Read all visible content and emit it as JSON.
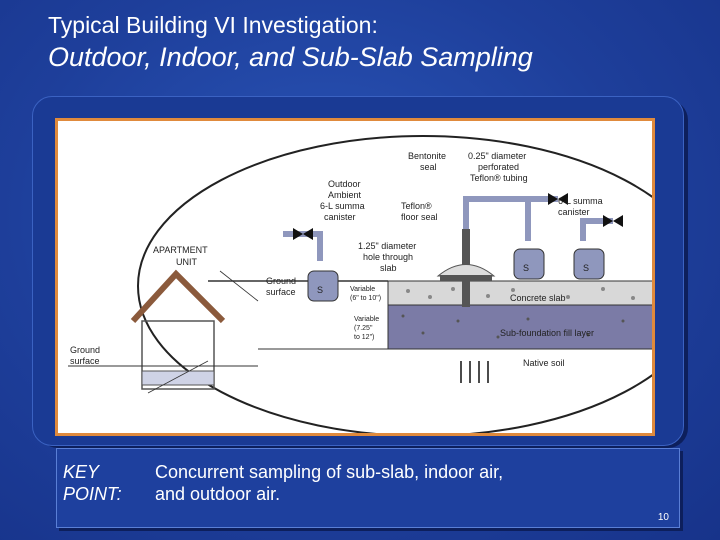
{
  "slide": {
    "title_line1": "Typical Building VI Investigation:",
    "title_line2": "Outdoor, Indoor, and Sub-Slab Sampling",
    "page_number": "10"
  },
  "diagram": {
    "labels": {
      "apartment_unit_1": "APARTMENT",
      "apartment_unit_2": "UNIT",
      "ground_surface_left_1": "Ground",
      "ground_surface_left_2": "surface",
      "ground_surface_mid_1": "Ground",
      "ground_surface_mid_2": "surface",
      "outdoor_ambient_1": "Outdoor",
      "outdoor_ambient_2": "Ambient",
      "outdoor_ambient_3": "6-L summa",
      "outdoor_ambient_4": "canister",
      "bentonite_1": "Bentonite",
      "bentonite_2": "seal",
      "teflon_tubing_1": "0.25\" diameter",
      "teflon_tubing_2": "perforated",
      "teflon_tubing_3": "Teflon® tubing",
      "teflon_seal_1": "Teflon®",
      "teflon_seal_2": "floor seal",
      "summa_1": "6-L summa",
      "summa_2": "canister",
      "hole_1": "1.25\" diameter",
      "hole_2": "hole through",
      "hole_3": "slab",
      "variable_1_a": "Variable",
      "variable_1_b": "(6\" to 10\")",
      "variable_2_a": "Variable",
      "variable_2_b": "(7.25\"",
      "variable_2_c": "to 12\")",
      "concrete_slab": "Concrete slab",
      "sub_foundation": "Sub-foundation fill layer",
      "native_soil": "Native soil",
      "canister_s": "S"
    }
  },
  "key_point": {
    "label_line1": "KEY",
    "label_line2": "POINT:",
    "text_line1": "Concurrent sampling of sub-slab, indoor air,",
    "text_line2": "and outdoor air."
  },
  "colors": {
    "background": "#1f3f9a",
    "frame_border": "#e08a3c",
    "canister_fill": "#8f97bd",
    "fill_layer": "#7b7ba6"
  }
}
